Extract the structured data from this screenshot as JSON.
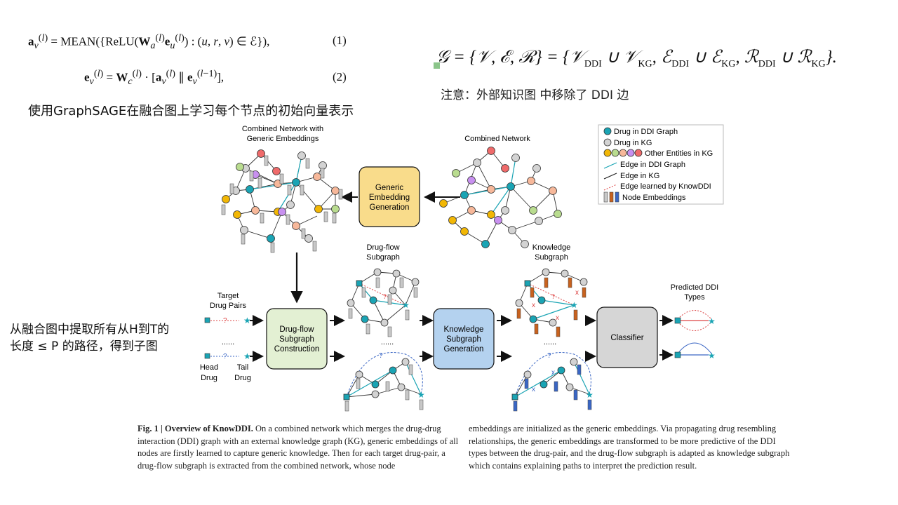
{
  "equations": {
    "eq1": "a_v^(l) = MEAN({ReLU(W_a^(l) e_u^(l)) : (u, r, v) ∈ ℰ}),",
    "eq1_num": "(1)",
    "eq2": "e_v^(l) = W_c^(l) · [a_v^(l) ∥ e_v^(l−1)],",
    "eq2_num": "(2)"
  },
  "notes": {
    "graphsage": "使用GraphSAGE在融合图上学习每个节点的初始向量表示",
    "remove_ddi": "注意：外部知识图 中移除了 DDI 边",
    "path_extract_line1": "从融合图中提取所有从H到T的",
    "path_extract_line2": "长度 ≤ P 的路径，得到子图"
  },
  "graph_set": "𝒢 = {𝒱, ℰ, ℛ} = {𝒱DDI ∪ 𝒱KG, ℰDDI ∪ ℰKG, ℛDDI ∪ ℛKG}.",
  "figure": {
    "labels": {
      "combined_with_embeddings_1": "Combined Network with",
      "combined_with_embeddings_2": "Generic Embeddings",
      "combined_network": "Combined Network",
      "generic_embedding_1": "Generic",
      "generic_embedding_2": "Embedding",
      "generic_embedding_3": "Generation",
      "drug_flow_subgraph_1": "Drug-flow",
      "drug_flow_subgraph_2": "Subgraph",
      "knowledge_subgraph_1": "Knowledge",
      "knowledge_subgraph_2": "Subgraph",
      "target_pairs_1": "Target",
      "target_pairs_2": "Drug Pairs",
      "dfsc_1": "Drug-flow",
      "dfsc_2": "Subgraph",
      "dfsc_3": "Construction",
      "ksg_1": "Knowledge",
      "ksg_2": "Subgraph",
      "ksg_3": "Generation",
      "classifier": "Classifier",
      "predicted_1": "Predicted DDI",
      "predicted_2": "Types",
      "head_1": "Head",
      "head_2": "Drug",
      "tail_1": "Tail",
      "tail_2": "Drug",
      "dots": "......",
      "qmark": "?",
      "xmark": "x"
    },
    "legend": [
      "Drug in DDI Graph",
      "Drug in KG",
      "Other Entities in KG",
      "Edge in DDI Graph",
      "Edge in KG",
      "Edge learned by KnowDDI",
      "Node Embeddings"
    ],
    "colors": {
      "ddi_drug": "#1aa4b4",
      "kg_drug": "#d3d3d3",
      "entity_yellow": "#f2b705",
      "entity_peach": "#f7b89a",
      "entity_lightgreen": "#b9dc8f",
      "entity_purple": "#c890f0",
      "entity_red": "#ef6a6a",
      "box_yellow": "#f9dc8b",
      "box_green": "#e3f0d3",
      "box_blue": "#b4d2ef",
      "box_gray": "#d6d6d6"
    }
  },
  "caption": {
    "bold": "Fig. 1 | Overview of KnowDDI.",
    "left_rest": " On a combined network which merges the drug-drug interaction (DDI) graph with an external knowledge graph (KG), generic embeddings of all nodes are firstly learned to capture generic knowledge. Then for each target drug-pair, a drug-flow subgraph is extracted from the combined network, whose node",
    "right": "embeddings are initialized as the generic embeddings. Via propagating drug resembling relationships, the generic embeddings are transformed to be more predictive of the DDI types between the drug-pair, and the drug-flow subgraph is adapted as knowledge subgraph which contains explaining paths to interpret the prediction result."
  }
}
